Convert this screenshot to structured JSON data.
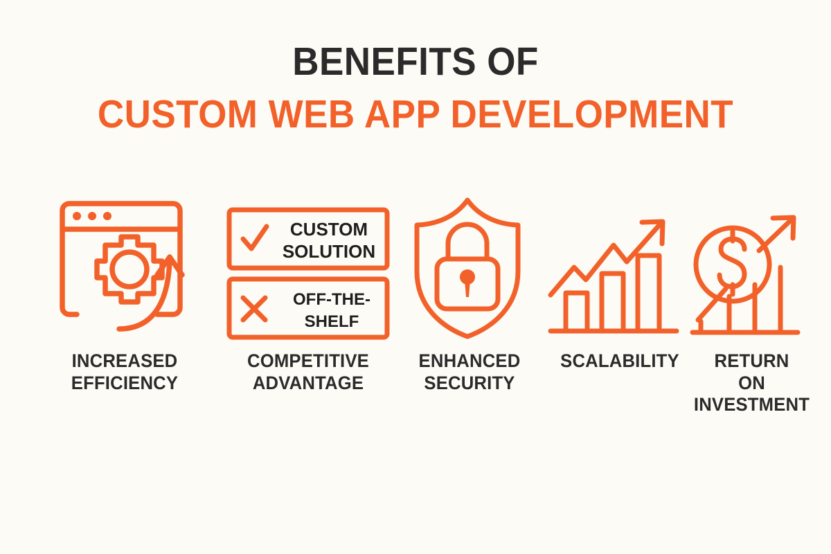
{
  "page": {
    "background_color": "#FDFBF5",
    "accent_color": "#F2612A",
    "text_color": "#2B2B2B"
  },
  "heading": {
    "line1": "BENEFITS OF",
    "line2": "CUSTOM WEB APP DEVELOPMENT"
  },
  "benefits": [
    {
      "id": "increased-efficiency",
      "label": "INCREASED\nEFFICIENCY",
      "icon": "browser-gear-arrow-icon"
    },
    {
      "id": "competitive-advantage",
      "label": "COMPETITIVE\nADVANTAGE",
      "icon": "compare-checklist-icon",
      "box_rows": [
        {
          "marker": "check-icon",
          "text_line1": "CUSTOM",
          "text_line2": "SOLUTION"
        },
        {
          "marker": "cross-icon",
          "text_line1": "OFF-THE-",
          "text_line2": "SHELF"
        }
      ]
    },
    {
      "id": "enhanced-security",
      "label": "ENHANCED\nSECURITY",
      "icon": "shield-padlock-icon"
    },
    {
      "id": "scalability",
      "label": "SCALABILITY",
      "icon": "growth-bar-chart-arrow-icon"
    },
    {
      "id": "return-on-investment",
      "label": "RETURN\nON\nINVESTMENT",
      "icon": "dollar-coin-growth-icon"
    }
  ]
}
